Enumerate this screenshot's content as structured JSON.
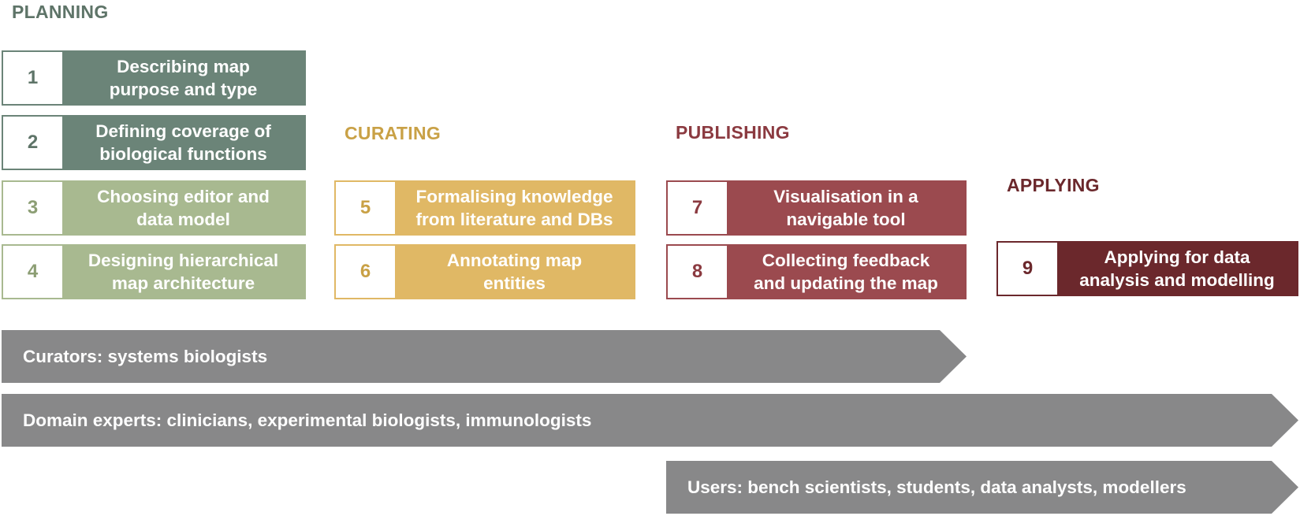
{
  "colors": {
    "planning_dark": "#6b8478",
    "planning_light": "#a8b990",
    "curating": "#e0b865",
    "publishing": "#9b4a4f",
    "applying": "#6b282c",
    "roles": "#888889",
    "planning_heading": "#5e7468",
    "curating_heading": "#c9a146",
    "publishing_heading": "#8b3a40",
    "applying_heading": "#6b282c"
  },
  "phases": {
    "planning": "PLANNING",
    "curating": "CURATING",
    "publishing": "PUBLISHING",
    "applying": "APPLYING"
  },
  "steps": [
    {
      "num": "1",
      "label": "Describing map\npurpose and type"
    },
    {
      "num": "2",
      "label": "Defining coverage of\nbiological functions"
    },
    {
      "num": "3",
      "label": "Choosing editor and\ndata model"
    },
    {
      "num": "4",
      "label": "Designing hierarchical\nmap architecture"
    },
    {
      "num": "5",
      "label": "Formalising knowledge\nfrom literature and DBs"
    },
    {
      "num": "6",
      "label": "Annotating map\nentities"
    },
    {
      "num": "7",
      "label": "Visualisation in a\nnavigable tool"
    },
    {
      "num": "8",
      "label": "Collecting feedback\nand updating the map"
    },
    {
      "num": "9",
      "label": "Applying for data\nanalysis and modelling"
    }
  ],
  "roles": [
    {
      "label": "Curators: systems biologists"
    },
    {
      "label": "Domain experts: clinicians, experimental biologists, immunologists"
    },
    {
      "label": "Users: bench scientists, students, data analysts, modellers"
    }
  ]
}
